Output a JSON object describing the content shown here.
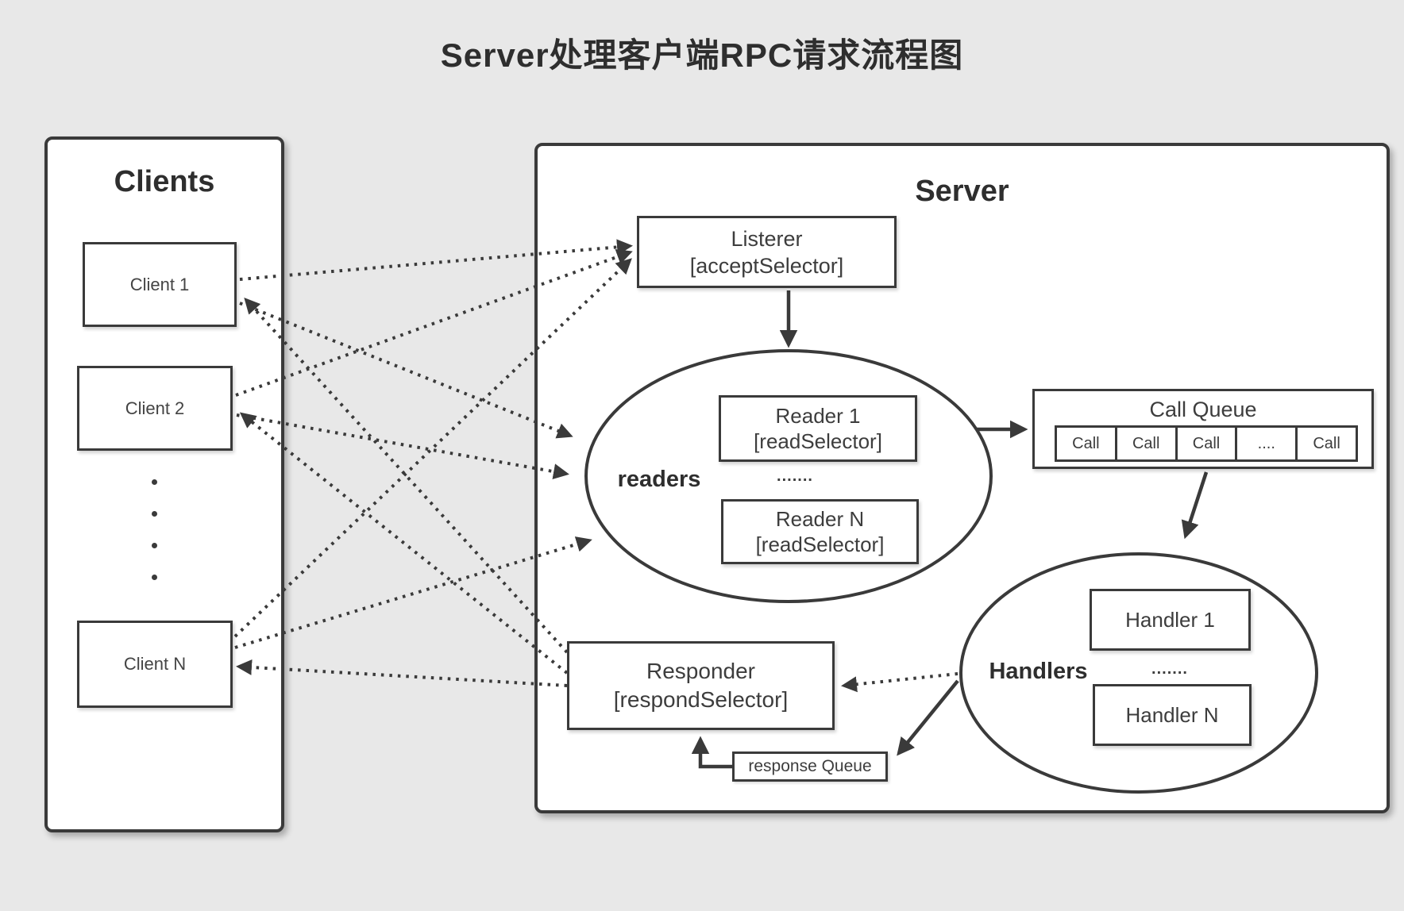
{
  "title": "Server处理客户端RPC请求流程图",
  "clients": {
    "title": "Clients",
    "client1": "Client 1",
    "client2": "Client 2",
    "clientN": "Client  N"
  },
  "server": {
    "title": "Server"
  },
  "listener": {
    "name": "Listerer",
    "selector": "[acceptSelector]"
  },
  "readers": {
    "label": "readers",
    "reader1_name": "Reader 1",
    "reader1_selector": "[readSelector]",
    "dots": ".......",
    "readerN_name": "Reader N",
    "readerN_selector": "[readSelector]"
  },
  "call_queue": {
    "title": "Call Queue",
    "cells": [
      "Call",
      "Call",
      "Call",
      "....",
      "Call"
    ]
  },
  "handlers": {
    "label": "Handlers",
    "handler1": "Handler 1",
    "dots": ".......",
    "handlerN": "Handler N"
  },
  "responder": {
    "name": "Responder",
    "selector": "[respondSelector]"
  },
  "response_queue": {
    "label": "response Queue"
  },
  "colors": {
    "background": "#e8e8e8",
    "stroke": "#3a3a3a",
    "box_fill": "#ffffff",
    "text": "#3d3d3d"
  }
}
